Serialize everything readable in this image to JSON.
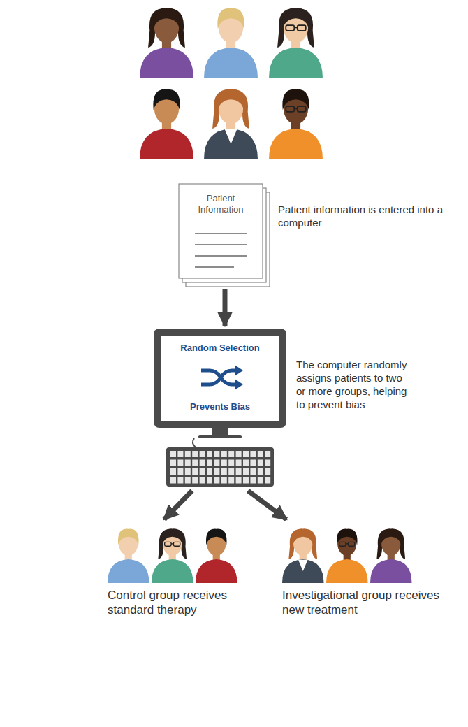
{
  "diagram": {
    "nodes": [
      {
        "text": [
          "Patient Information"
        ]
      },
      {
        "text": [
          "Random Selection",
          "Prevents Bias"
        ]
      },
      {
        "text": [
          "Control group receives standard therapy"
        ]
      },
      {
        "text": [
          "Investigational group receives new treatment"
        ]
      }
    ],
    "edges": [
      {
        "from": 0,
        "to": 1,
        "arrow": "to"
      },
      {
        "from": 1,
        "to": 2,
        "arrow": "to"
      },
      {
        "from": 1,
        "to": 3,
        "arrow": "to"
      }
    ],
    "labels": [
      "Patient information is entered into a computer",
      "The computer randomly assigns patients to two or more groups, helping to prevent bias"
    ]
  }
}
